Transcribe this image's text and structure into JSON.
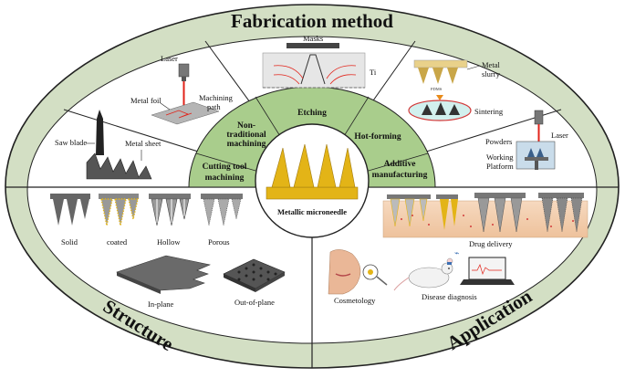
{
  "sections": {
    "top": "Fabrication method",
    "left": "Structure",
    "right": "Application"
  },
  "center": {
    "title": "Metallic microneedle"
  },
  "methods": [
    {
      "label": "Cutting tool machining"
    },
    {
      "label": "Non-traditional machining"
    },
    {
      "label": "Etching"
    },
    {
      "label": "Hot-forming"
    },
    {
      "label": "Additive manufacturing"
    }
  ],
  "fabrication_details": {
    "saw_blade": "Saw blade",
    "metal_sheet": "Metal sheet",
    "laser": "Laser",
    "metal_foil": "Metal foil",
    "machining_path": "Machining path",
    "masks": "Masks",
    "ti": "Ti",
    "pdms": "PDMS",
    "metal_slurry": "Metal slurry",
    "sintering": "Sintering",
    "laser2": "Laser",
    "powders": "Powders",
    "working_platform": "Working Platform"
  },
  "structure": {
    "types": [
      "Solid",
      "coated",
      "Hollow",
      "Porous"
    ],
    "in_plane": "In-plane",
    "out_of_plane": "Out-of-plane"
  },
  "application": {
    "drug_delivery": "Drug delivery",
    "cosmetology": "Cosmetology",
    "disease_diagnosis": "Disease diagnosis"
  },
  "colors": {
    "outer": "#d3dfc4",
    "ring": "#a9cd8c",
    "needle": "#e3b417",
    "panel": "#ffffff"
  }
}
